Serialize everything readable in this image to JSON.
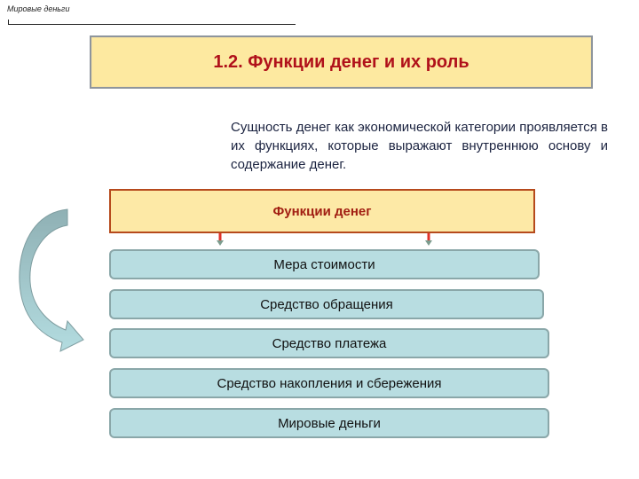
{
  "header": {
    "label": "Мировые деньги"
  },
  "title": {
    "text": "1.2. Функции денег и их роль"
  },
  "intro": {
    "text": "Сущность денег как экономической категории проявляется в их функциях, которые выражают внутреннюю основу и содержание денег."
  },
  "diagram": {
    "root": "Функции денег",
    "items": [
      {
        "label": "Мера стоимости"
      },
      {
        "label": "Средство обращения"
      },
      {
        "label": "Средство платежа"
      },
      {
        "label": "Средство накопления и сбережения"
      },
      {
        "label": "Мировые деньги"
      }
    ],
    "colors": {
      "root_fill": "#fde9a6",
      "root_border": "#b64a1c",
      "item_fill": "#b8dde1",
      "item_border": "#8aa7a9",
      "title_text": "#b0111a"
    }
  }
}
